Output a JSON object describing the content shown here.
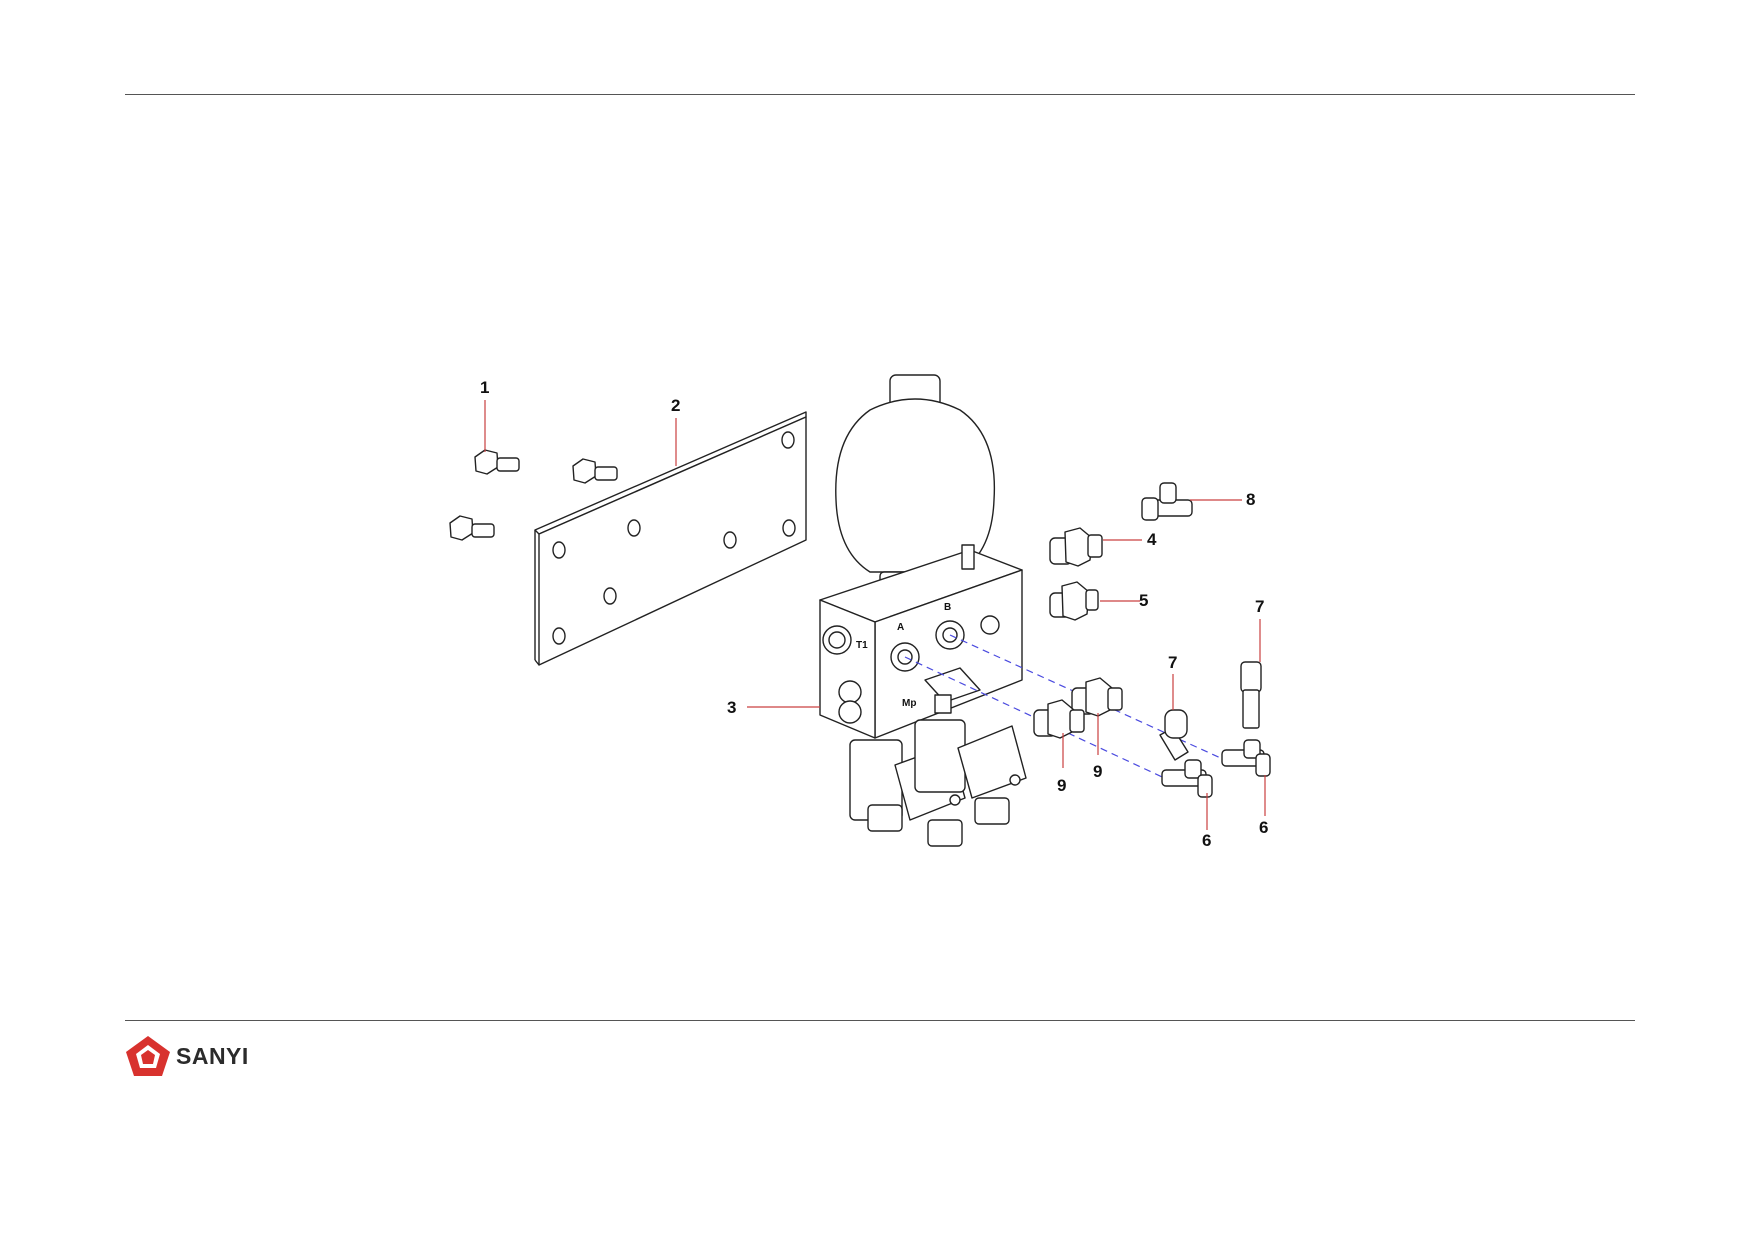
{
  "brand": {
    "name": "SANYI",
    "logo_color": "#d8322e"
  },
  "callout_line_color": "#c94040",
  "callouts": [
    {
      "id": "c1",
      "label": "1",
      "part": "bolt"
    },
    {
      "id": "c2",
      "label": "2",
      "part": "mounting-plate"
    },
    {
      "id": "c3",
      "label": "3",
      "part": "valve-block"
    },
    {
      "id": "c4",
      "label": "4",
      "part": "straight-fitting"
    },
    {
      "id": "c5",
      "label": "5",
      "part": "straight-fitting"
    },
    {
      "id": "c6a",
      "label": "6",
      "part": "tee-fitting"
    },
    {
      "id": "c6b",
      "label": "6",
      "part": "tee-fitting"
    },
    {
      "id": "c7a",
      "label": "7",
      "part": "test-coupling"
    },
    {
      "id": "c7b",
      "label": "7",
      "part": "test-coupling"
    },
    {
      "id": "c8",
      "label": "8",
      "part": "tee-fitting"
    },
    {
      "id": "c9a",
      "label": "9",
      "part": "straight-fitting"
    },
    {
      "id": "c9b",
      "label": "9",
      "part": "straight-fitting"
    }
  ],
  "port_labels": {
    "a": "A",
    "b": "B",
    "t1": "T1",
    "mp": "Mp"
  }
}
